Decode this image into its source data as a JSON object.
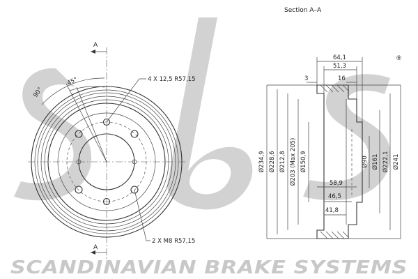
{
  "brand": {
    "watermark_text": "SCANDINAVIAN BRAKE SYSTEMS",
    "registered_mark": "®",
    "logo_letters": "sbs",
    "watermark_color": "#d2d2d2"
  },
  "section_view": {
    "title": "Section A–A",
    "width_dims": [
      "64,1",
      "51,3",
      "16",
      "3",
      "58,9",
      "46,5",
      "41,8"
    ],
    "right_diameters": [
      "Ø90",
      "Ø161",
      "Ø222,1",
      "Ø241"
    ],
    "left_diameters": [
      "Ø234,9",
      "Ø228,6",
      "Ø212,8",
      "Ø203 (Max 205)",
      "Ø150,9"
    ]
  },
  "front_view": {
    "section_marker": "A",
    "angle_labels": [
      "90°",
      "45°"
    ],
    "callout_holes": "4 X 12,5   R57,15",
    "callout_threads": "2 X M8   R57,15"
  }
}
